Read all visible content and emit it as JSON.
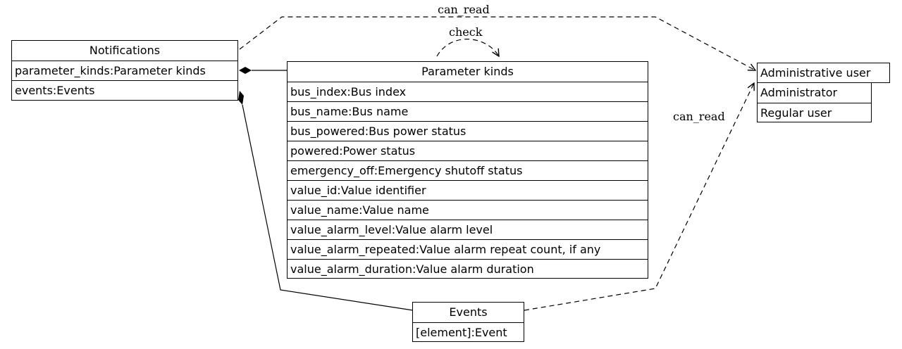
{
  "notifications": {
    "title": "Notifications",
    "fields": [
      "parameter_kinds:Parameter kinds",
      "events:Events"
    ]
  },
  "parameter_kinds": {
    "title": "Parameter kinds",
    "fields": [
      "bus_index:Bus index",
      "bus_name:Bus name",
      "bus_powered:Bus power status",
      "powered:Power status",
      "emergency_off:Emergency shutoff status",
      "value_id:Value identifier",
      "value_name:Value name",
      "value_alarm_level:Value alarm level",
      "value_alarm_repeated:Value alarm repeat count, if any",
      "value_alarm_duration:Value alarm duration"
    ]
  },
  "events": {
    "title": "Events",
    "fields": [
      "[element]:Event"
    ]
  },
  "admin_user": {
    "title": "Administrative user",
    "fields": [
      "Administrator",
      "Regular user"
    ]
  },
  "edge_labels": {
    "can_read_top": "can_read",
    "check": "check",
    "can_read_right": "can_read"
  }
}
